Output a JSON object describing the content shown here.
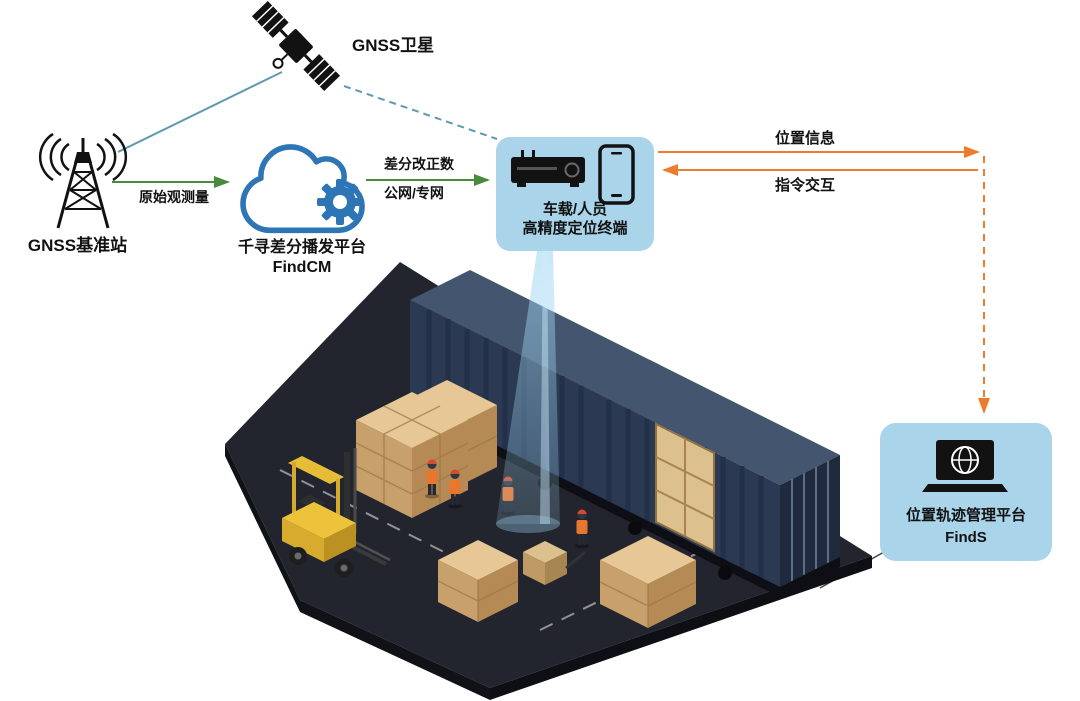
{
  "diagram": {
    "satellite": {
      "label": "GNSS卫星"
    },
    "base_station": {
      "label": "GNSS基准站"
    },
    "cloud_platform": {
      "title": "千寻差分播发平台",
      "subtitle": "FindCM"
    },
    "flows": {
      "raw_observation": "原始观测量",
      "correction_line1": "差分改正数",
      "correction_line2": "公网/专网",
      "position_info": "位置信息",
      "command_interaction": "指令交互"
    },
    "terminal": {
      "line1": "车载/人员",
      "line2": "高精度定位终端"
    },
    "management_platform": {
      "title": "位置轨迹管理平台",
      "subtitle": "FindS"
    }
  },
  "colors": {
    "link-teal": "#5e9aae",
    "arrow-green": "#4a8a3c",
    "arrow-orange": "#ee7c2e",
    "panel-blue": "#a9d4ea",
    "cloud-blue": "#2e75b6",
    "icon-black": "#121212",
    "text-dark": "#111111",
    "ground-dark": "#23252e",
    "container-navy": "#2b3a52",
    "container-top": "#44566f",
    "container-end": "#1f2a3d",
    "crate-top": "#e6c795",
    "crate-left": "#c8a06b",
    "crate-right": "#b58a55",
    "forklift-yellow": "#edc33c",
    "vest-orange": "#e8762d",
    "beam-blue": "#9fd4f0"
  }
}
